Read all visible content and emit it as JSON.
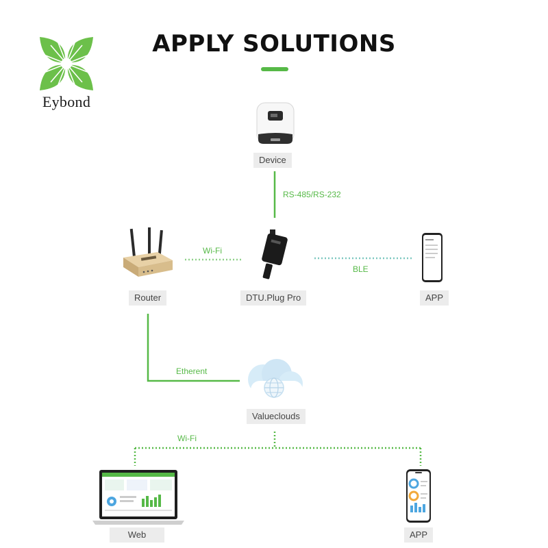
{
  "brand": {
    "name": "Eybond"
  },
  "header": {
    "title": "APPLY SOLUTIONS"
  },
  "nodes": {
    "device": "Device",
    "dtu": "DTU.Plug Pro",
    "router": "Router",
    "app_ble": "APP",
    "cloud": "Valueclouds",
    "web": "Web",
    "app_cloud": "APP"
  },
  "links": {
    "rs485": "RS-485/RS-232",
    "wifi_router": "Wi-Fi",
    "ble": "BLE",
    "ethernet": "Etherent",
    "wifi_cloud": "Wi-Fi"
  },
  "colors": {
    "accent": "#56b947",
    "label_bg": "#ececec"
  }
}
